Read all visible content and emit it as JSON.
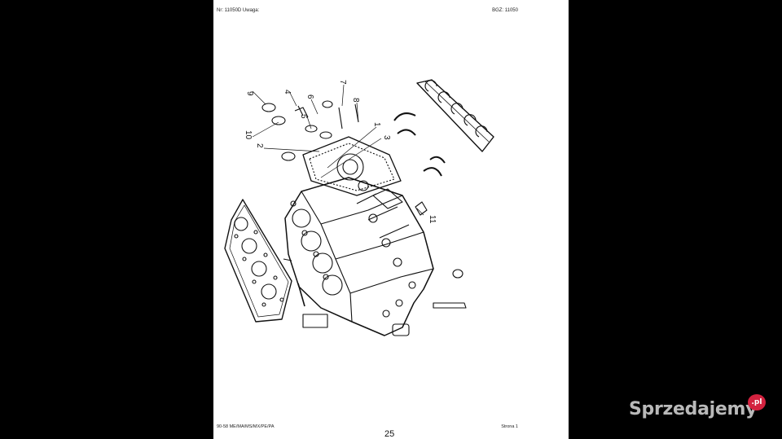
{
  "header": {
    "left": "Nr: 11050D   Uwaga:",
    "right": "BGZ: 11050"
  },
  "footer": {
    "left": "90-58 ME/MA/MS/MX/PE/PA",
    "right": "Strona 1",
    "page_number": "25"
  },
  "callouts": [
    "9",
    "4",
    "6",
    "7",
    "8",
    "5",
    "10",
    "2",
    "1",
    "3",
    "11"
  ],
  "watermark": {
    "brand": "Sprzedajemy",
    "dot_suffix": ".pl"
  }
}
